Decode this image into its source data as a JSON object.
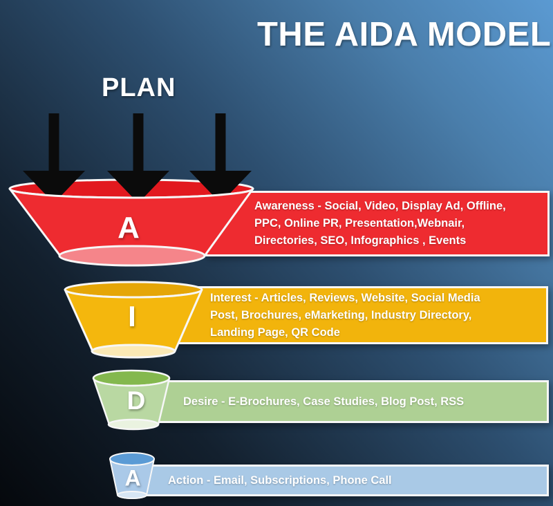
{
  "title": "THE AIDA MODEL",
  "plan_label": "PLAN",
  "colors": {
    "background_dark": "#05080c",
    "background_light": "#5b9ad2",
    "arrow": "#0b0b0b",
    "text": "#ffffff",
    "outline": "#f7f7f7"
  },
  "funnel": {
    "stages": [
      {
        "letter": "A",
        "stage": "Awareness",
        "lines": [
          "Awareness - Social, Video, Display Ad, Offline,",
          "PPC, Online PR, Presentation,Webnair,",
          "Directories, SEO, Infographics , Events"
        ],
        "cup_color": "#ee2b30",
        "rim_color": "#e2191f",
        "base_color": "#f5858a",
        "box_color": "#ee2b30"
      },
      {
        "letter": "I",
        "stage": "Interest",
        "lines": [
          "Interest - Articles, Reviews, Website, Social Media",
          "Post, Brochures, eMarketing, Industry Directory,",
          "Landing Page, QR Code"
        ],
        "cup_color": "#f4b70d",
        "rim_color": "#e5a607",
        "base_color": "#fbe9b5",
        "box_color": "#f2b40c"
      },
      {
        "letter": "D",
        "stage": "Desire",
        "lines": [
          "Desire - E-Brochures, Case Studies, Blog Post, RSS"
        ],
        "cup_color": "#b9d8a2",
        "rim_color": "#84b84e",
        "base_color": "#eaf3e0",
        "box_color": "#aed094"
      },
      {
        "letter": "A",
        "stage": "Action",
        "lines": [
          "Action - Email, Subscriptions, Phone Call"
        ],
        "cup_color": "#aac9e8",
        "rim_color": "#5b9bd5",
        "base_color": "#d7e6f4",
        "box_color": "#a9c9e6"
      }
    ]
  }
}
